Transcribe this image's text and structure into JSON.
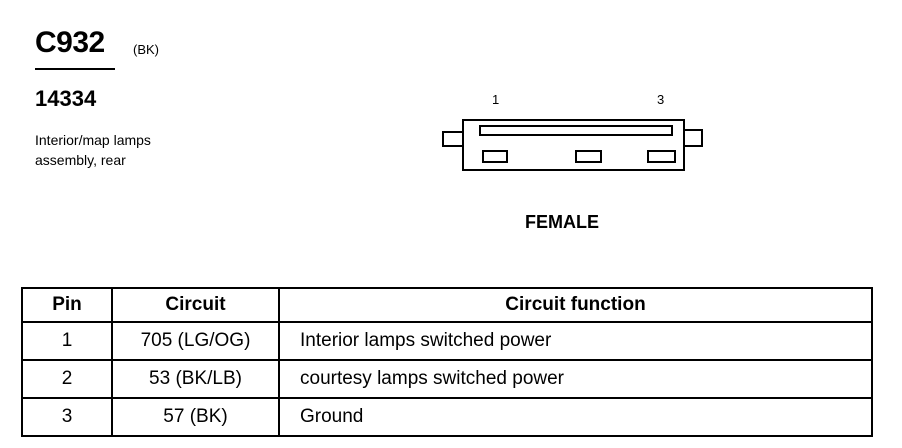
{
  "connector": {
    "id": "C932",
    "color_code": "(BK)",
    "part_number": "14334",
    "description": "Interior/map lamps\nassembly, rear"
  },
  "diagram": {
    "pin_first": "1",
    "pin_last": "3",
    "gender": "FEMALE"
  },
  "table": {
    "headers": [
      "Pin",
      "Circuit",
      "Circuit function"
    ],
    "rows": [
      {
        "pin": "1",
        "circuit": "705 (LG/OG)",
        "function": "Interior lamps switched power"
      },
      {
        "pin": "2",
        "circuit": "53 (BK/LB)",
        "function": "courtesy lamps switched power"
      },
      {
        "pin": "3",
        "circuit": "57 (BK)",
        "function": "Ground"
      }
    ]
  }
}
